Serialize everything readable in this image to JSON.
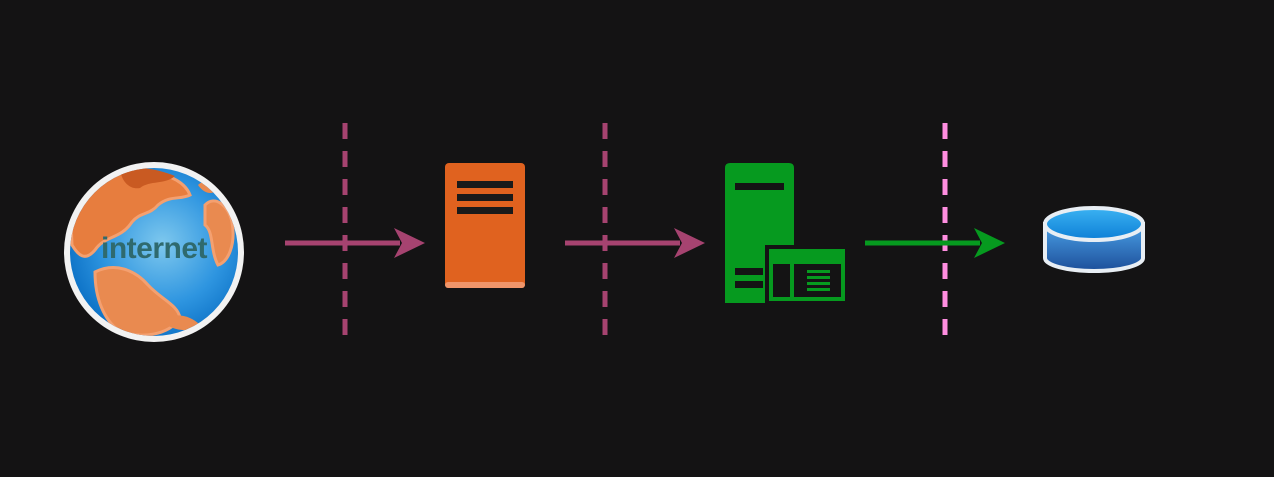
{
  "diagram": {
    "nodes": [
      {
        "id": "internet",
        "label": "internet",
        "icon": "globe-icon"
      },
      {
        "id": "proxy",
        "icon": "server-icon",
        "color": "#e0621f"
      },
      {
        "id": "app",
        "icon": "web-server-icon",
        "color": "#069a1f"
      },
      {
        "id": "database",
        "icon": "database-icon",
        "color": "#1f7fd0"
      }
    ],
    "edges": [
      {
        "from": "internet",
        "to": "proxy",
        "color": "#a64370"
      },
      {
        "from": "proxy",
        "to": "app",
        "color": "#a64370"
      },
      {
        "from": "app",
        "to": "database",
        "color": "#069a1f"
      }
    ],
    "boundaries": [
      {
        "color": "#a64370"
      },
      {
        "color": "#a64370"
      },
      {
        "color": "#ff8ee0"
      }
    ]
  }
}
